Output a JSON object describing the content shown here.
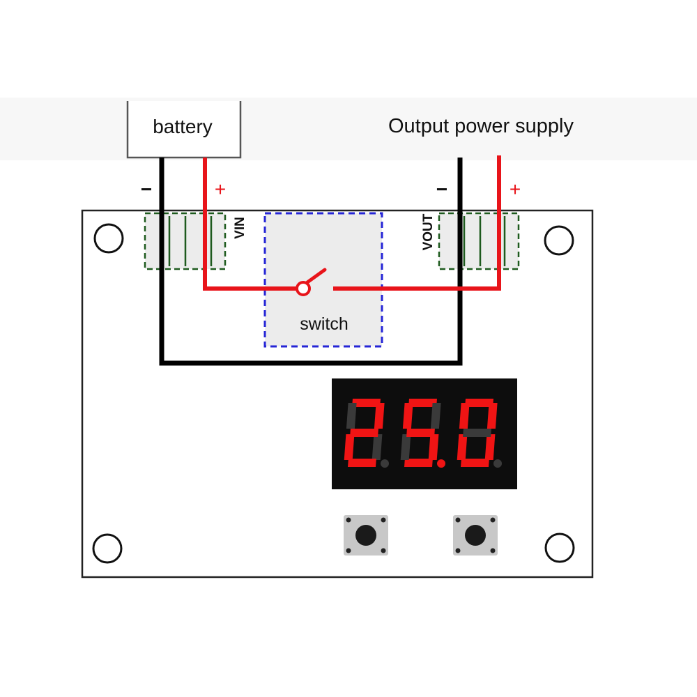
{
  "labels": {
    "battery": "battery",
    "output": "Output power supply",
    "switch": "switch",
    "vin": "VIN",
    "vout": "VOUT",
    "minus": "−",
    "plus": "+"
  },
  "display": {
    "digits": [
      "2",
      "5",
      "0"
    ],
    "decimal_after_index": 1,
    "reading": "25.0"
  },
  "colors": {
    "wire_positive": "#e8141a",
    "wire_negative": "#000000",
    "switch_box": "#2525d6",
    "terminal_box": "#1e5a1e",
    "segment_on": "#f01414",
    "segment_off": "#3a3a3a",
    "display_bg": "#0d0d0d"
  }
}
